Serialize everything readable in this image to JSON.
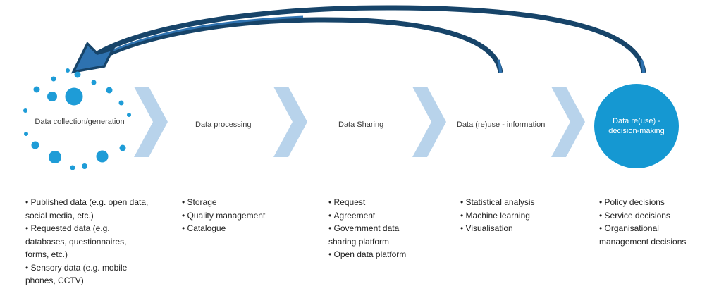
{
  "diagram": {
    "stages": [
      {
        "label": "Data collection/generation",
        "items": [
          "Published data (e.g. open data, social media, etc.)",
          "Requested data (e.g. databases, questionnaires, forms, etc.)",
          "Sensory data (e.g. mobile phones, CCTV)"
        ]
      },
      {
        "label": "Data processing",
        "items": [
          "Storage",
          "Quality management",
          "Catalogue"
        ]
      },
      {
        "label": "Data Sharing",
        "items": [
          "Request",
          "Agreement",
          "Government data sharing platform",
          "Open data platform"
        ]
      },
      {
        "label": "Data (re)use - information",
        "items": [
          "Statistical analysis",
          "Machine learning",
          "Visualisation"
        ]
      },
      {
        "label": "Data re(use) - decision-making",
        "items": [
          "Policy decisions",
          "Service decisions",
          "Organisational management decisions"
        ]
      }
    ],
    "icons": {
      "feedback_arrow_outer": "curved-arrow-left",
      "feedback_arrow_inner": "curved-arrow-left",
      "stage_connector": "chevron-right",
      "collection_cluster": "dot-cluster"
    },
    "colors": {
      "arrow_navy": "#174469",
      "arrow_accent": "#2E72B0",
      "chevron_blue": "#B8D3EB",
      "dot_blue": "#1E9CD7",
      "circle_blue": "#1598D2",
      "text_dark": "#1F1F1F",
      "circle_text": "#FFFFFF"
    }
  }
}
